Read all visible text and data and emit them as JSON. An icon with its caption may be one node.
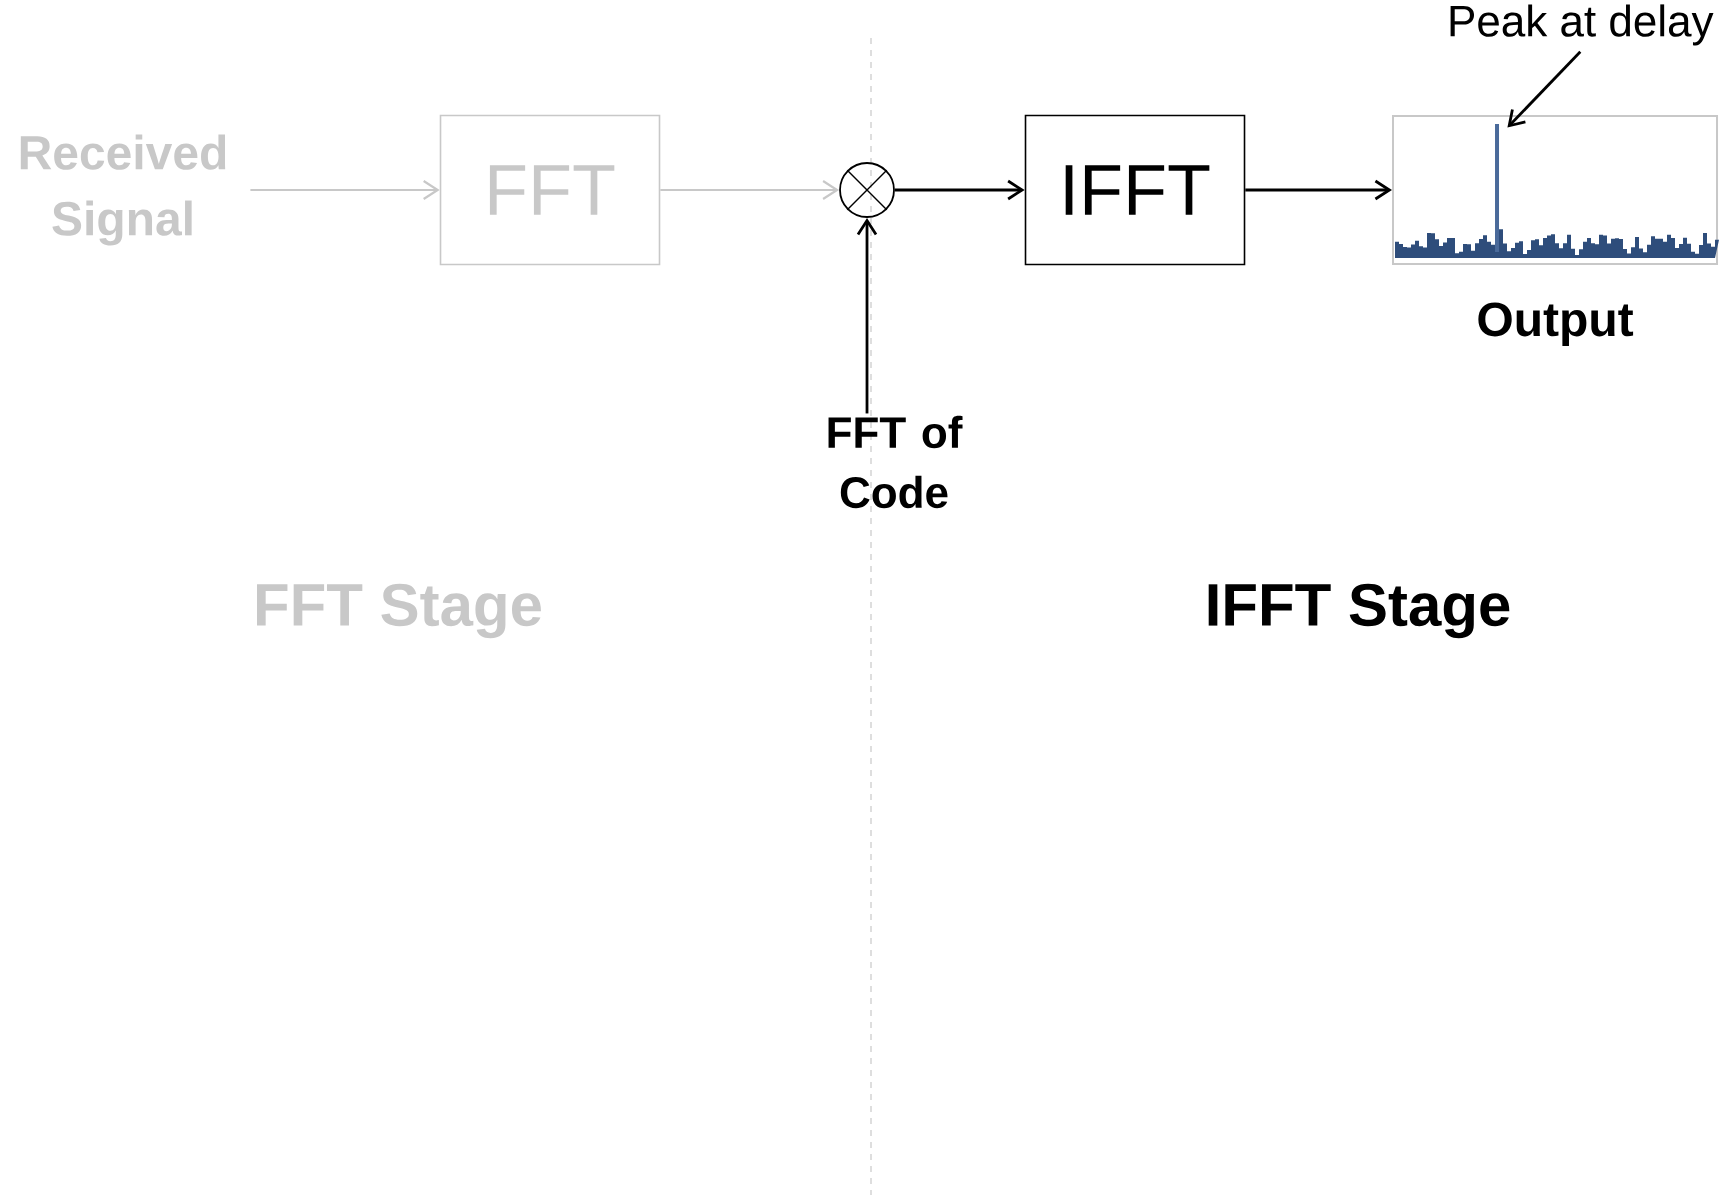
{
  "diagram": {
    "nodes": [
      {
        "text": [
          "Received Signal"
        ]
      },
      {
        "text": [
          "FFT"
        ]
      },
      {
        "text": [],
        "shape": "circle"
      },
      {
        "text": [
          "IFFT"
        ]
      },
      {
        "text": [
          "Output"
        ]
      },
      {
        "text": [
          "FFT of Code"
        ]
      },
      {
        "text": [
          "Peak at delay"
        ]
      },
      {
        "text": [],
        "shape": "bar",
        "in": 4
      }
    ],
    "edges": [
      {
        "from": 0,
        "to": 1,
        "arrow": "to",
        "color": "#c8c8c8"
      },
      {
        "from": 1,
        "to": 2,
        "arrow": "to",
        "color": "#c8c8c8"
      },
      {
        "from": 2,
        "to": 3,
        "arrow": "to"
      },
      {
        "from": 3,
        "to": 4,
        "arrow": "to"
      },
      {
        "from": 5,
        "to": 2,
        "arrow": "to"
      },
      {
        "from": 6,
        "to": 7,
        "arrow": "to"
      }
    ],
    "labels": [
      "FFT Stage",
      "IFFT Stage"
    ]
  }
}
